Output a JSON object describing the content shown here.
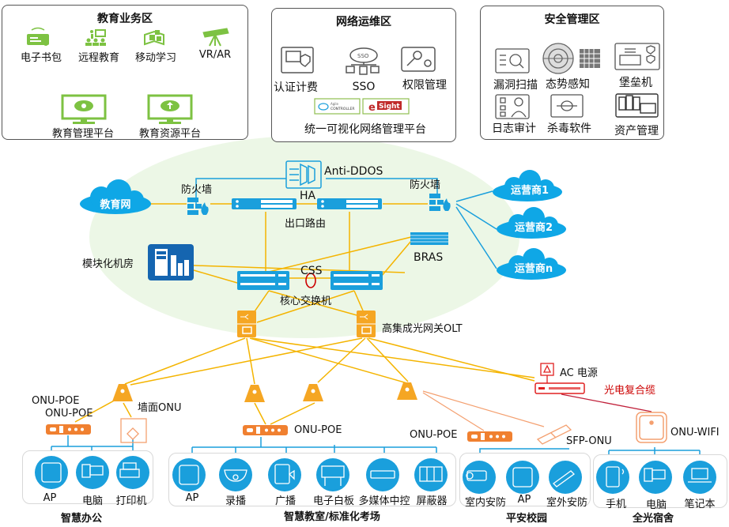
{
  "zones": {
    "education": {
      "title": "教育业务区",
      "items": [
        "电子书包",
        "远程教育",
        "移动学习",
        "VR/AR"
      ],
      "platforms": [
        "教育管理平台",
        "教育资源平台"
      ]
    },
    "ops": {
      "title": "网络运维区",
      "items": [
        "认证计费",
        "SSO",
        "权限管理"
      ],
      "logos": [
        "Agile CONTROLLER",
        "eSight"
      ],
      "platform": "统一可视化网络管理平台"
    },
    "security": {
      "title": "安全管理区",
      "items": [
        "漏洞扫描",
        "态势感知",
        "堡垒机",
        "日志审计",
        "杀毒软件",
        "资产管理"
      ]
    }
  },
  "core": {
    "edu_net": "教育网",
    "firewall_left": "防火墙",
    "firewall_right": "防火墙",
    "anti_ddos": "Anti-DDOS",
    "ha": "HA",
    "egress_router": "出口路由",
    "bras": "BRAS",
    "modular_room": "模块化机房",
    "css": "CSS",
    "core_switch": "核心交换机",
    "olt": "高集成光网关OLT",
    "isps": [
      "运营商1",
      "运营商2",
      "运营商n"
    ]
  },
  "access": {
    "onu_poe_a": "ONU-POE",
    "onu_poe_b": "ONU-POE",
    "wall_onu": "墙面ONU",
    "onu_poe_c": "ONU-POE",
    "onu_poe_d": "ONU-POE",
    "sfp_onu": "SFP-ONU",
    "ac_power": "AC 电源",
    "hybrid_cable": "光电复合缆",
    "onu_wifi": "ONU-WIFI"
  },
  "groups": [
    {
      "title": "智慧办公",
      "items": [
        "AP",
        "电脑",
        "打印机"
      ]
    },
    {
      "title": "智慧教室/标准化考场",
      "items": [
        "AP",
        "录播",
        "广播",
        "电子白板",
        "多媒体中控",
        "屏蔽器"
      ]
    },
    {
      "title": "平安校园",
      "items": [
        "室内安防",
        "AP",
        "室外安防"
      ]
    },
    {
      "title": "全光宿舍",
      "items": [
        "手机",
        "电脑",
        "笔记本"
      ]
    }
  ],
  "colors": {
    "green": "#7dc242",
    "blue": "#1a9fdc",
    "cloud": "#0fa7e6",
    "orange": "#f5a623",
    "onu_orange": "#f08030",
    "yellow_line": "#f4b400",
    "red": "#e02020",
    "gray_icon": "#555555",
    "dark_blue": "#1565b0",
    "ellipse_bg": "#eaf6e4"
  }
}
